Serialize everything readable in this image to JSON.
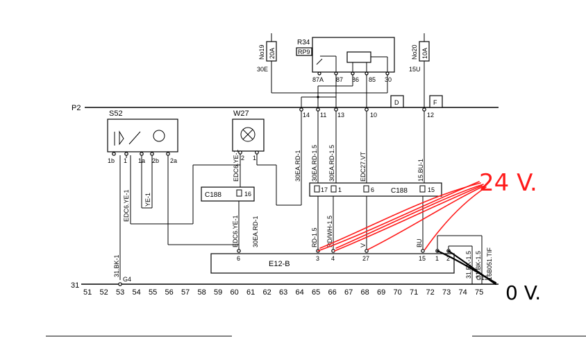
{
  "rails": {
    "p2": "P2",
    "r31": "31"
  },
  "fuse19": {
    "name": "No19",
    "rating": "20A",
    "circuit": "30E"
  },
  "fuse20": {
    "name": "No20",
    "rating": "10A",
    "circuit": "15U"
  },
  "relay": {
    "name": "R34",
    "sub": "RP9",
    "pins": [
      "87A",
      "87",
      "86",
      "85",
      "30"
    ]
  },
  "p2_tabs": [
    "D",
    "F"
  ],
  "p2_pins": [
    "14",
    "11",
    "13",
    "10",
    "12"
  ],
  "s52": {
    "name": "S52",
    "pins": [
      "1b",
      "1",
      "1a",
      "2b",
      "2a"
    ]
  },
  "w27": {
    "name": "W27",
    "pins": [
      "2",
      "1"
    ]
  },
  "c188_left": {
    "name": "C188",
    "pin": "16"
  },
  "c188_right": {
    "name": "C188",
    "pins": [
      "17",
      "1",
      "6",
      "15"
    ]
  },
  "e12b": {
    "name": "E12-B",
    "pins": [
      "6",
      "3",
      "4",
      "27",
      "15",
      "1",
      "2"
    ]
  },
  "wire_labels": {
    "w14": "30EA.RD-1",
    "w11": "30EA.RD-1.5",
    "w13": "30EA.RD-1.5",
    "w10": "EDC27.VT",
    "w12": "15.BU-1",
    "s52_1": "EDC6.YE-1",
    "s52_1a": "YE-1",
    "w27_2": "EDC6.YE-1",
    "e6": "EDC6.YE-1",
    "e6b": "30EA.RD-1",
    "e3": "RD-1.5",
    "e4": "RD/WH-1.5",
    "e27": "V",
    "e15": "BU",
    "g4": "31.BK-1",
    "gnd1": "31.BK-1.5",
    "gnd2": "31.BK-1.5"
  },
  "ground": {
    "g4": "G4",
    "g13": "G13"
  },
  "fig_id": "16B051.TIF",
  "scale": [
    "51",
    "52",
    "53",
    "54",
    "55",
    "56",
    "57",
    "58",
    "59",
    "60",
    "61",
    "62",
    "63",
    "64",
    "65",
    "66",
    "67",
    "68",
    "69",
    "70",
    "71",
    "72",
    "73",
    "74",
    "75"
  ],
  "annotations": {
    "v24": "24 V.",
    "v0": "0 V."
  }
}
